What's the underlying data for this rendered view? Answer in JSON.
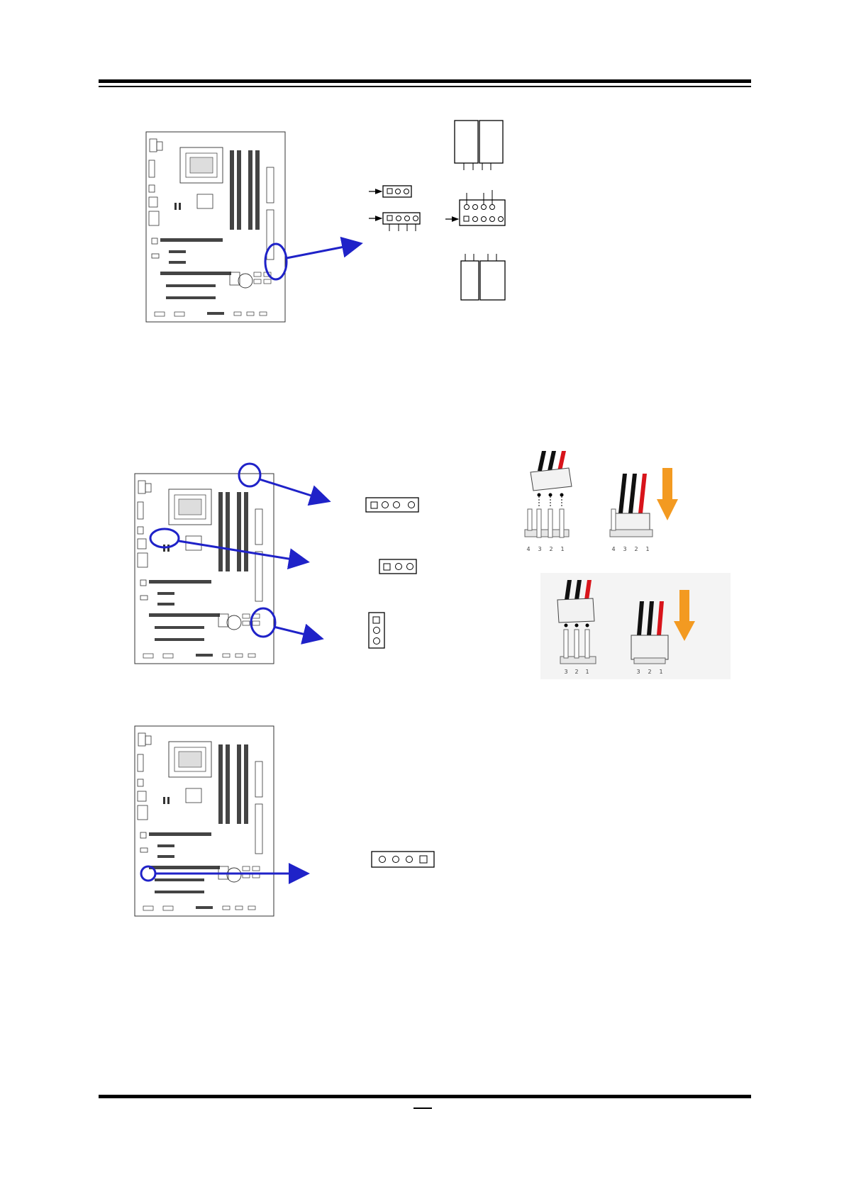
{
  "page": {
    "page_number": ""
  },
  "colors": {
    "rule": "#000000",
    "callout": "#1f22c8",
    "fan_arrow": "#f39a21",
    "wire_red": "#d8141b",
    "wire_black": "#111111"
  },
  "fan_diagrams": {
    "four_pin_labels": [
      "4",
      "3",
      "2",
      "1"
    ],
    "three_pin_labels": [
      "3",
      "2",
      "1"
    ]
  },
  "icons": [
    "motherboard-icon",
    "pin-header-icon",
    "callout-arrow-icon",
    "fan-connector-icon",
    "insert-arrow-icon"
  ]
}
